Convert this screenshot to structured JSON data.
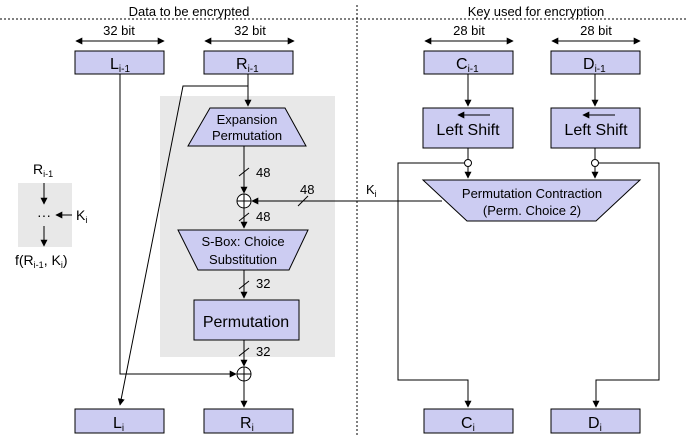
{
  "headers": {
    "left": "Data to be encrypted",
    "right": "Key used for encryption"
  },
  "widths": {
    "l": "32 bit",
    "r": "32 bit",
    "c": "28 bit",
    "d": "28 bit"
  },
  "top_boxes": {
    "l": {
      "base": "L",
      "sub": "i-1"
    },
    "r": {
      "base": "R",
      "sub": "i-1"
    },
    "c": {
      "base": "C",
      "sub": "i-1"
    },
    "d": {
      "base": "D",
      "sub": "i-1"
    }
  },
  "bottom_boxes": {
    "l": {
      "base": "L",
      "sub": "i"
    },
    "r": {
      "base": "R",
      "sub": "i"
    },
    "c": {
      "base": "C",
      "sub": "i"
    },
    "d": {
      "base": "D",
      "sub": "i"
    }
  },
  "expansion": {
    "line1": "Expansion",
    "line2": "Permutation"
  },
  "sbox": {
    "line1": "S-Box: Choice",
    "line2": "Substitution"
  },
  "permutation": "Permutation",
  "left_shift": "Left Shift",
  "contraction": {
    "line1": "Permutation Contraction",
    "line2": "(Perm. Choice 2)"
  },
  "bit_labels": {
    "after_expansion": "48",
    "key_into_xor": "48",
    "after_xor": "48",
    "after_sbox": "32",
    "after_perm": "32"
  },
  "key_label": {
    "base": "K",
    "sub": "i"
  },
  "legend": {
    "input": {
      "base": "R",
      "sub": "i-1"
    },
    "dots": "···",
    "key": {
      "base": "K",
      "sub": "i"
    },
    "output": "f(R",
    "output_sub": "i-1",
    "output_mid": ", K",
    "output_sub2": "i",
    "output_end": ")"
  }
}
